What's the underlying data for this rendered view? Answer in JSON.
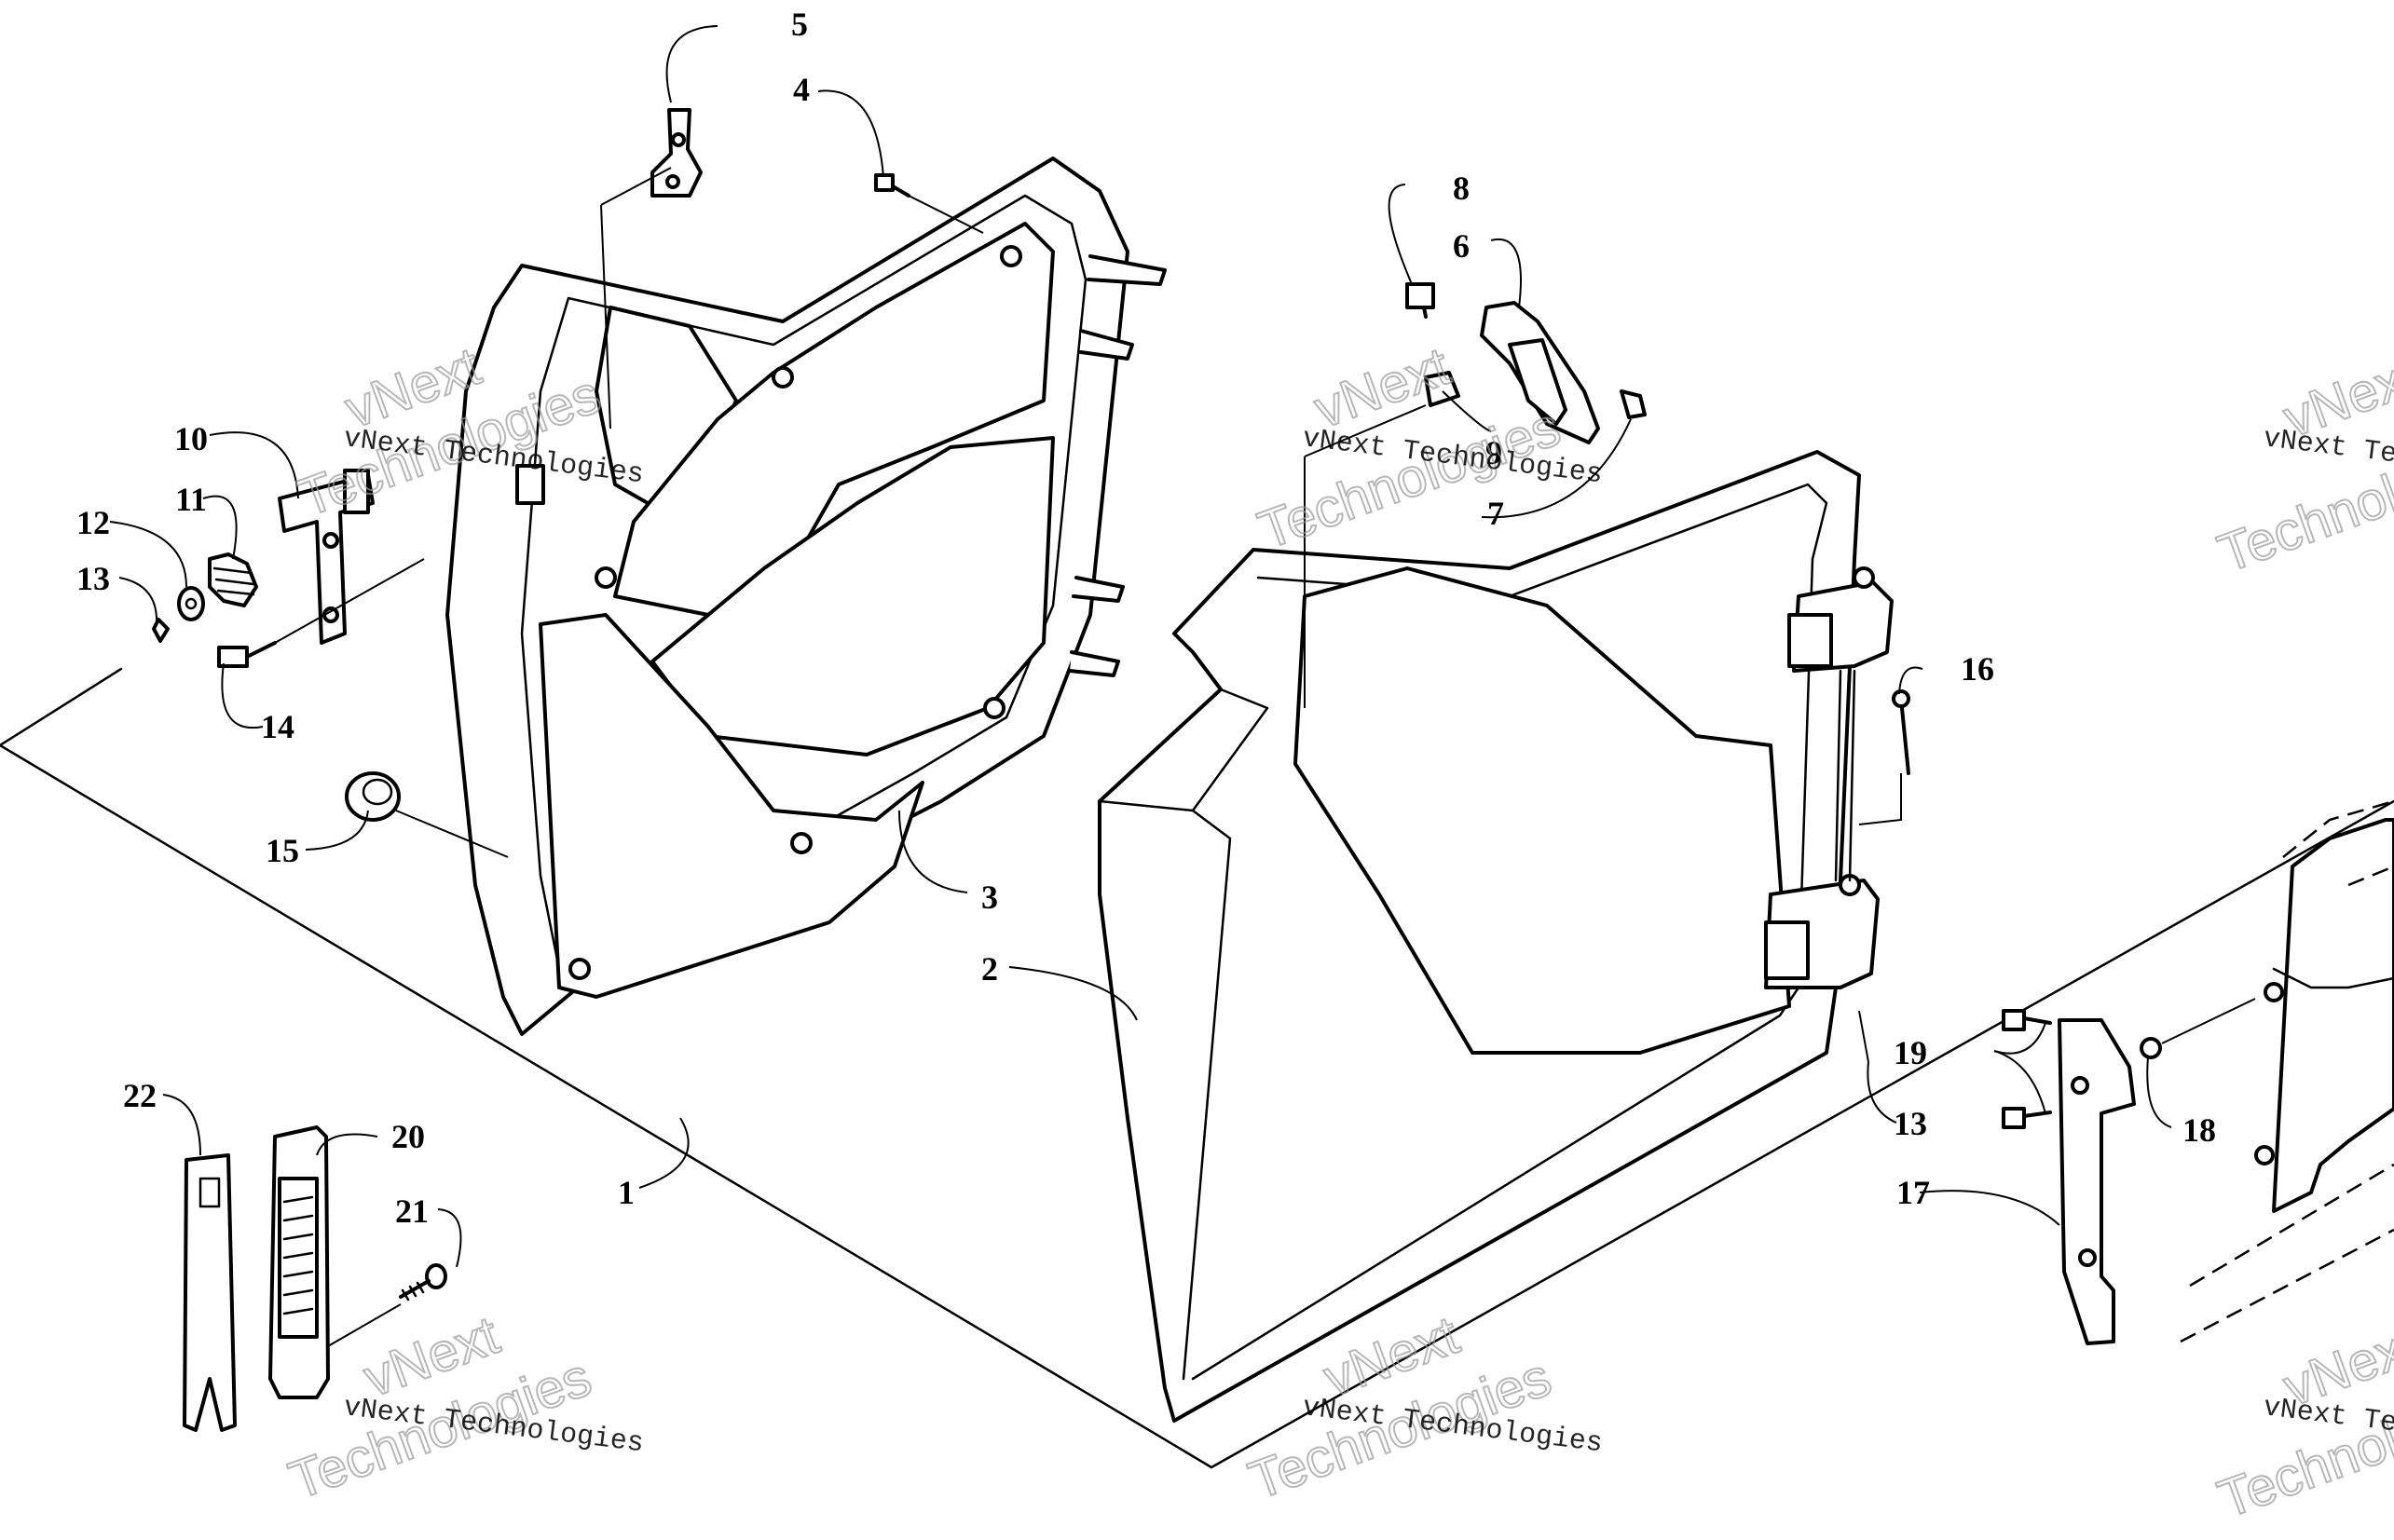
{
  "callouts": [
    "1",
    "2",
    "3",
    "4",
    "5",
    "6",
    "7",
    "8",
    "9",
    "10",
    "11",
    "12",
    "13",
    "13",
    "14",
    "15",
    "16",
    "17",
    "18",
    "19",
    "20",
    "21",
    "22"
  ],
  "watermark": {
    "brand": "vNext",
    "brand_line": "Technologies",
    "caption": "vNext Technologies"
  }
}
